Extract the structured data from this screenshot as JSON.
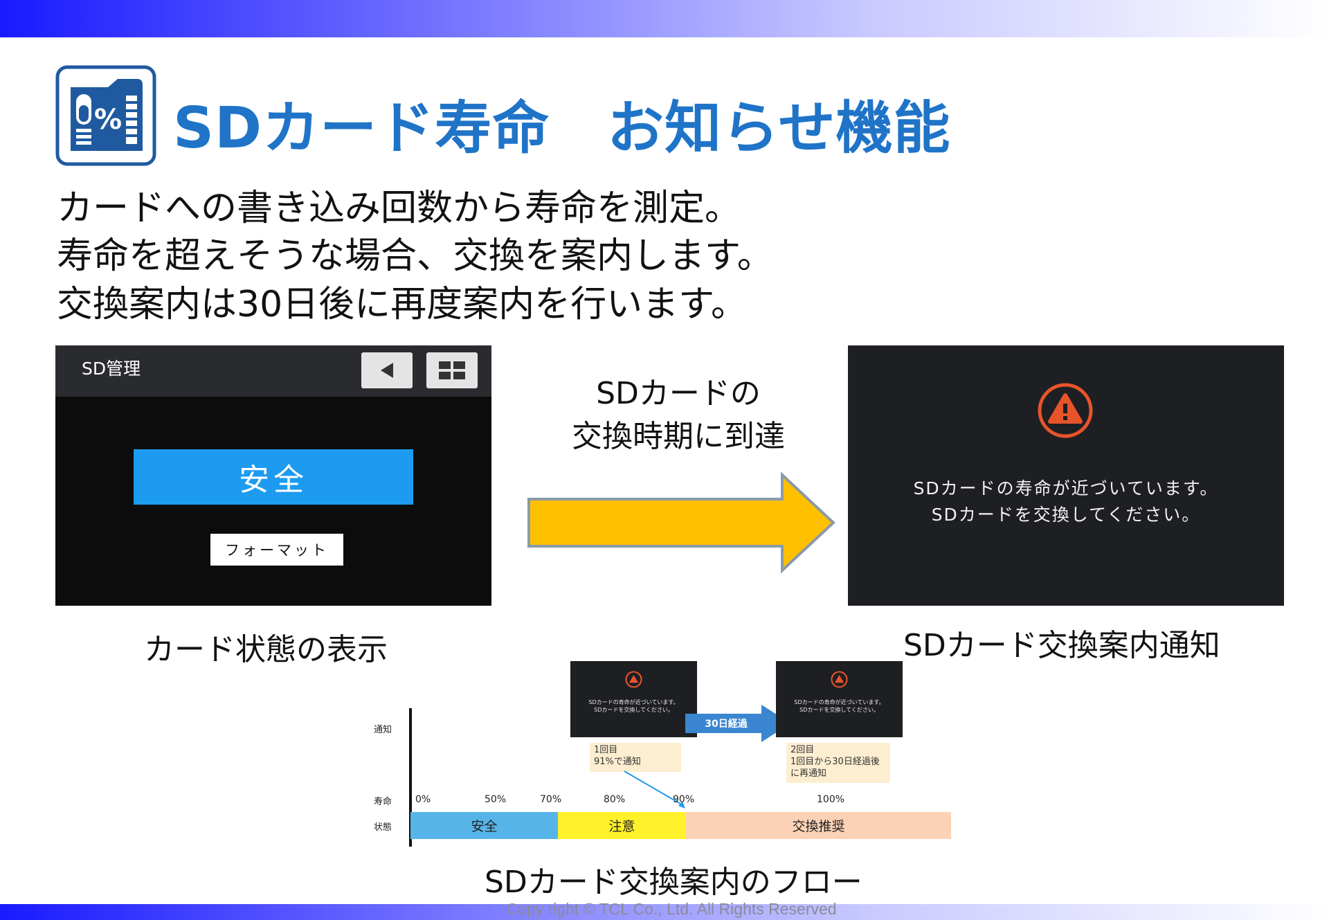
{
  "colors": {
    "title_blue": "#1f74c8",
    "banner_gradient_start": "#1a1aff",
    "safe_blue": "#1c9bf0",
    "arrow_yellow": "#ffc000",
    "warning_orange": "#e8542a",
    "state_safe": "#56b4e9",
    "state_caution": "#fff12a",
    "state_replace": "#fbd2b6",
    "flow_arrow_blue": "#3a86d0"
  },
  "header": {
    "icon": "sd-card-percent-icon",
    "title": "SDカード寿命　お知らせ機能"
  },
  "description": [
    "カードへの書き込み回数から寿命を測定。",
    "寿命を超えそうな場合、交換を案内します。",
    "交換案内は30日後に再度案内を行います。"
  ],
  "left_screen": {
    "title": "SD管理",
    "back_icon": "back-triangle-icon",
    "grid_icon": "grid-menu-icon",
    "status_label": "安全",
    "format_label": "フォーマット",
    "caption": "カード状態の表示"
  },
  "transition": {
    "line1": "SDカードの",
    "line2": "交換時期に到達",
    "arrow_icon": "right-arrow-icon"
  },
  "right_screen": {
    "warning_icon": "warning-icon",
    "line1": "SDカードの寿命が近づいています。",
    "line2": "SDカードを交換してください。",
    "caption": "SDカード交換案内通知"
  },
  "flow": {
    "row_labels": {
      "notify": "通知",
      "life": "寿命",
      "state": "状態"
    },
    "mini_screen": {
      "line1": "SDカードの寿命が近づいています。",
      "line2": "SDカードを交換してください。"
    },
    "arrow_label": "30日経過",
    "note1": [
      "1回目",
      "91%で通知"
    ],
    "note2": [
      "2回目",
      "1回目から30日経過後",
      "に再通知"
    ],
    "percentages": [
      "0%",
      "50%",
      "70%",
      "80%",
      "90%",
      "100%"
    ],
    "states": [
      "安全",
      "注意",
      "交換推奨"
    ],
    "caption": "SDカード交換案内のフロー"
  },
  "footer": {
    "copyright": "Copy right ©  TCL  Co., Ltd. All Rights Reserved"
  }
}
